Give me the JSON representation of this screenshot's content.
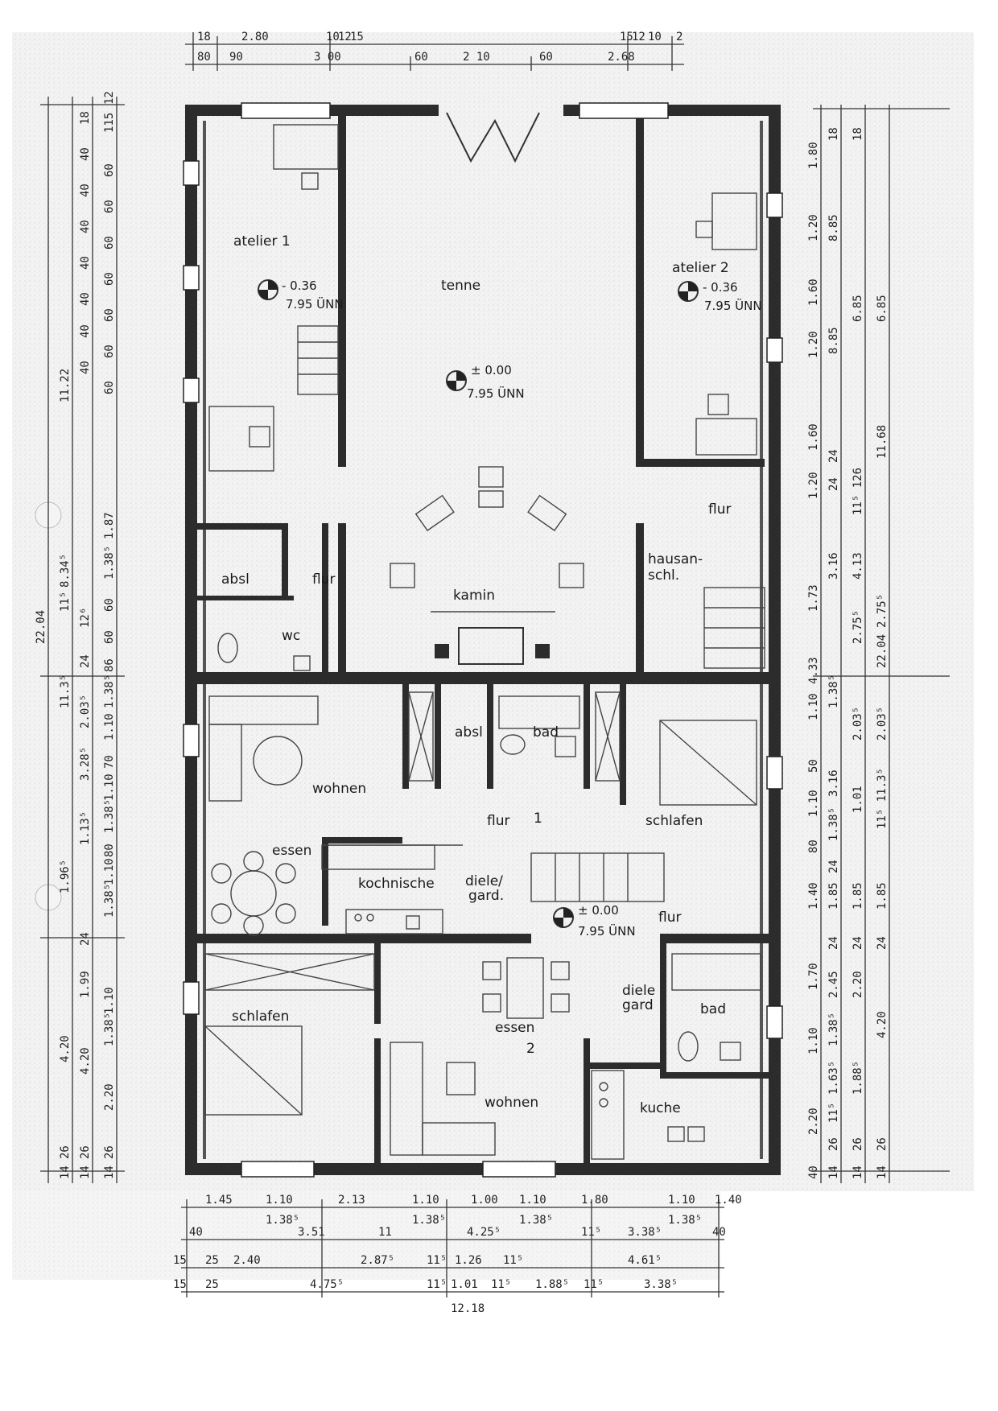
{
  "rooms": {
    "atelier1": "atelier 1",
    "atelier2": "atelier 2",
    "tenne": "tenne",
    "kamin": "kamin",
    "absl_top": "absl",
    "flur_top_left": "flur",
    "wc": "wc",
    "flur_top_right": "flur",
    "hausan": "hausan-",
    "schl": "schl.",
    "wohnen1": "wohnen",
    "absl_mid": "absl",
    "bad1": "bad",
    "flur1": "flur",
    "unit1": "1",
    "schlafen1": "schlafen",
    "essen1": "essen",
    "kochnische": "kochnische",
    "diele1": "diele/",
    "gard1": "gard.",
    "flur_mid": "flur",
    "schlafen2": "schlafen",
    "essen2": "essen",
    "unit2": "2",
    "diele2": "diele",
    "gard2": "gard",
    "bad2": "bad",
    "wohnen2": "wohnen",
    "kuche": "kuche"
  },
  "levels": {
    "atelier1": {
      "value": "- 0.36",
      "nn": "7.95 ÜNN"
    },
    "atelier2": {
      "value": "- 0.36",
      "nn": "7.95 ÜNN"
    },
    "tenne": {
      "value": "± 0.00",
      "nn": "7.95 ÜNN"
    },
    "flur": {
      "value": "± 0.00",
      "nn": "7.95 ÜNN"
    }
  },
  "dimensions": {
    "top_row1": [
      "18",
      "2.80",
      "10",
      "12",
      "15",
      "15",
      "12",
      "10",
      "2"
    ],
    "top_row2": [
      "80",
      "90",
      "3 00",
      "60",
      "2 10",
      "60",
      "2.68"
    ],
    "left_outer": [
      "22.04"
    ],
    "left_col2": [
      "11.22",
      "8.34⁵",
      "11⁵",
      "11.3⁵",
      "1.96⁵",
      "4.20",
      "26",
      "14"
    ],
    "left_col3": [
      "18",
      "40",
      "40",
      "40",
      "40",
      "40",
      "40",
      "40",
      "12⁶",
      "24",
      "2.03⁵",
      "3.28⁵",
      "1.13⁵",
      "24",
      "1.99",
      "4.20",
      "26",
      "14"
    ],
    "left_col4": [
      "12",
      "115",
      "60",
      "60",
      "60",
      "60",
      "60",
      "60",
      "60",
      "1.87",
      "1.38⁵",
      "60",
      "60",
      "86",
      "1.38⁵",
      "1.10",
      "70",
      "1.10",
      "1.38⁵",
      "80",
      "1.10",
      "1.38⁵",
      "1.10",
      "1.38⁵",
      "2.20",
      "26",
      "14"
    ],
    "right_col1": [
      "1.80",
      "1.20",
      "1.60",
      "1.20",
      "1.60",
      "1.20",
      "1.73",
      "4.33",
      "1.10",
      "50",
      "1.10",
      "80",
      "1.40",
      "1.70",
      "1.10",
      "2.20",
      "40"
    ],
    "right_col2": [
      "18",
      "8.85",
      "8.85",
      "24",
      "24",
      "3.16",
      "1.38⁵",
      "3.16",
      "1.38⁵",
      "24",
      "1.85",
      "24",
      "2.45",
      "1.38⁵",
      "1.63⁵",
      "11⁵",
      "26",
      "14"
    ],
    "right_col3": [
      "18",
      "6.85",
      "4.13",
      "2.75⁵",
      "11⁵ 126",
      "2.03⁵",
      "1.01",
      "1.85",
      "24",
      "2.20",
      "1.88⁵",
      "26",
      "14"
    ],
    "right_col4": [
      "11.68",
      "22.04",
      "6.85",
      "2.75⁵",
      "2.03⁵",
      "11⁵ 11.3⁵",
      "1.85",
      "24",
      "4.20",
      "26",
      "14"
    ],
    "bottom_row1": [
      "1.45",
      "1.10",
      "2.13",
      "1.10",
      "1.00",
      "1.10",
      "1.80",
      "1.10",
      "1.40"
    ],
    "bottom_row1b": [
      "1.38⁵",
      "1.38⁵",
      "1.38⁵",
      "1.38⁵"
    ],
    "bottom_row2": [
      "40",
      "3.51",
      "11",
      "4.25⁵",
      "11⁵",
      "3.38⁵",
      "40"
    ],
    "bottom_row3": [
      "15",
      "25",
      "2.40",
      "2.87⁵",
      "11⁵",
      "1.26",
      "11⁵",
      "4.61⁵"
    ],
    "bottom_row4": [
      "15",
      "25",
      "4.75⁵",
      "11⁵",
      "1.01",
      "11⁵",
      "1.88⁵",
      "11⁵",
      "3.38⁵"
    ],
    "bottom_total": "12.18"
  }
}
